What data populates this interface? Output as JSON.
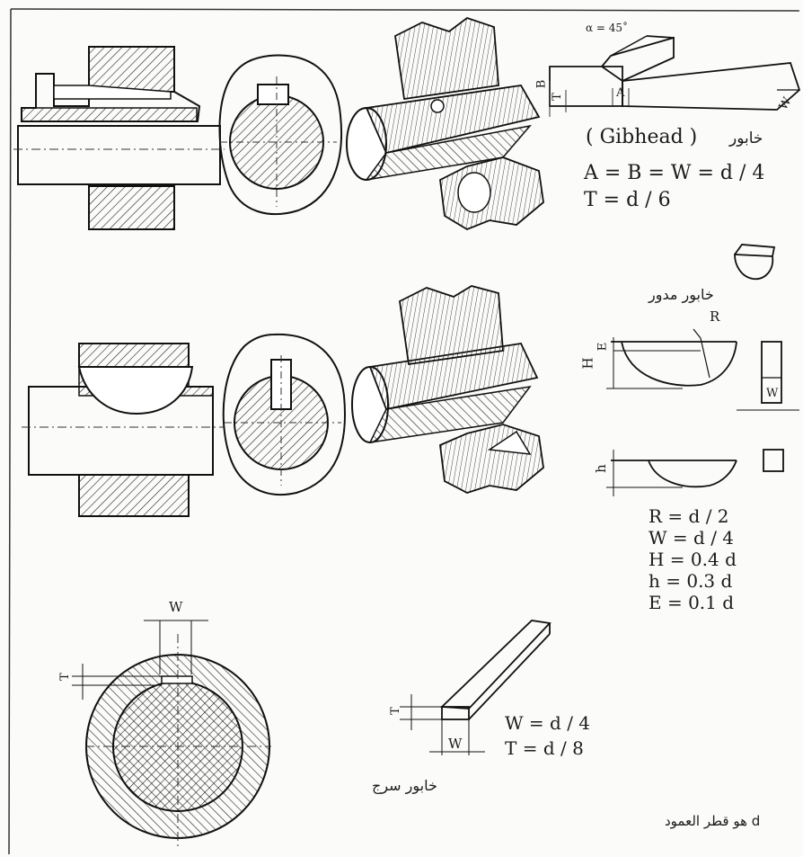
{
  "gibhead": {
    "angle_label": "α = 45˚",
    "title_latin": "( Gibhead )",
    "title_arabic": "خابور",
    "dim_B": "B",
    "dim_T": "T",
    "dim_A": "A",
    "dim_W": "W",
    "formula_1": "A = B = W = d / 4",
    "formula_2": "T = d / 6"
  },
  "woodruff": {
    "title_arabic": "خابور مدور",
    "dim_R": "R",
    "dim_H": "H",
    "dim_E": "E",
    "dim_h": "h",
    "dim_W": "W",
    "formula_R": "R = d / 2",
    "formula_W": "W = d / 4",
    "formula_H": "H = 0.4 d",
    "formula_h": "h = 0.3 d",
    "formula_E": "E = 0.1 d"
  },
  "flat_key": {
    "dim_W_section": "W",
    "dim_T_section": "T",
    "dim_W": "W",
    "dim_T": "T",
    "formula_W": "W = d / 4",
    "formula_T": "T = d / 8",
    "title_arabic": "خابور سرج"
  },
  "footnote_arabic": "d هو قطر العمود"
}
